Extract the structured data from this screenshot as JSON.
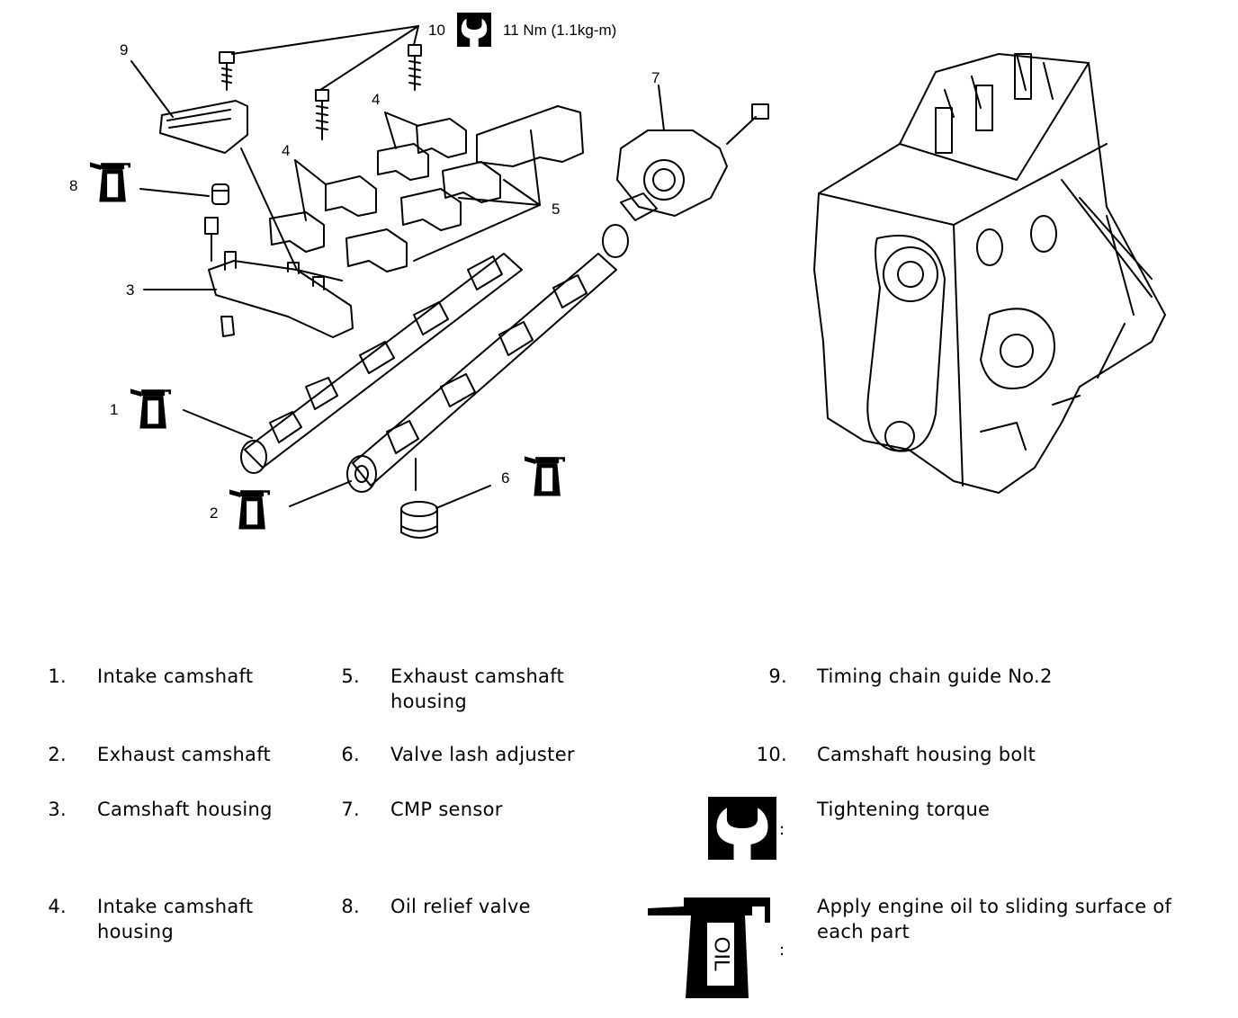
{
  "callouts": {
    "c1": "1",
    "c2": "2",
    "c3": "3",
    "c4a": "4",
    "c4b": "4",
    "c5": "5",
    "c6": "6",
    "c7": "7",
    "c8": "8",
    "c9": "9",
    "c10": "10",
    "torque_value": "11 Nm (1.1kg-m)",
    "oil_symbol_text": "OIL"
  },
  "legend": {
    "items": [
      {
        "num": "1.",
        "label": "Intake camshaft"
      },
      {
        "num": "2.",
        "label": "Exhaust camshaft"
      },
      {
        "num": "3.",
        "label": "Camshaft housing"
      },
      {
        "num": "4.",
        "label": "Intake camshaft housing"
      },
      {
        "num": "5.",
        "label": "Exhaust camshaft housing"
      },
      {
        "num": "6.",
        "label": "Valve lash adjuster"
      },
      {
        "num": "7.",
        "label": "CMP sensor"
      },
      {
        "num": "8.",
        "label": "Oil relief valve"
      },
      {
        "num": "9.",
        "label": "Timing chain guide No.2"
      },
      {
        "num": "10.",
        "label": "Camshaft housing bolt"
      }
    ],
    "symbols": [
      {
        "icon": "wrench-torque-icon",
        "label": "Tightening torque",
        "colon": ":"
      },
      {
        "icon": "oil-can-icon",
        "label": "Apply engine oil to sliding surface of each part",
        "colon": ":"
      }
    ]
  }
}
